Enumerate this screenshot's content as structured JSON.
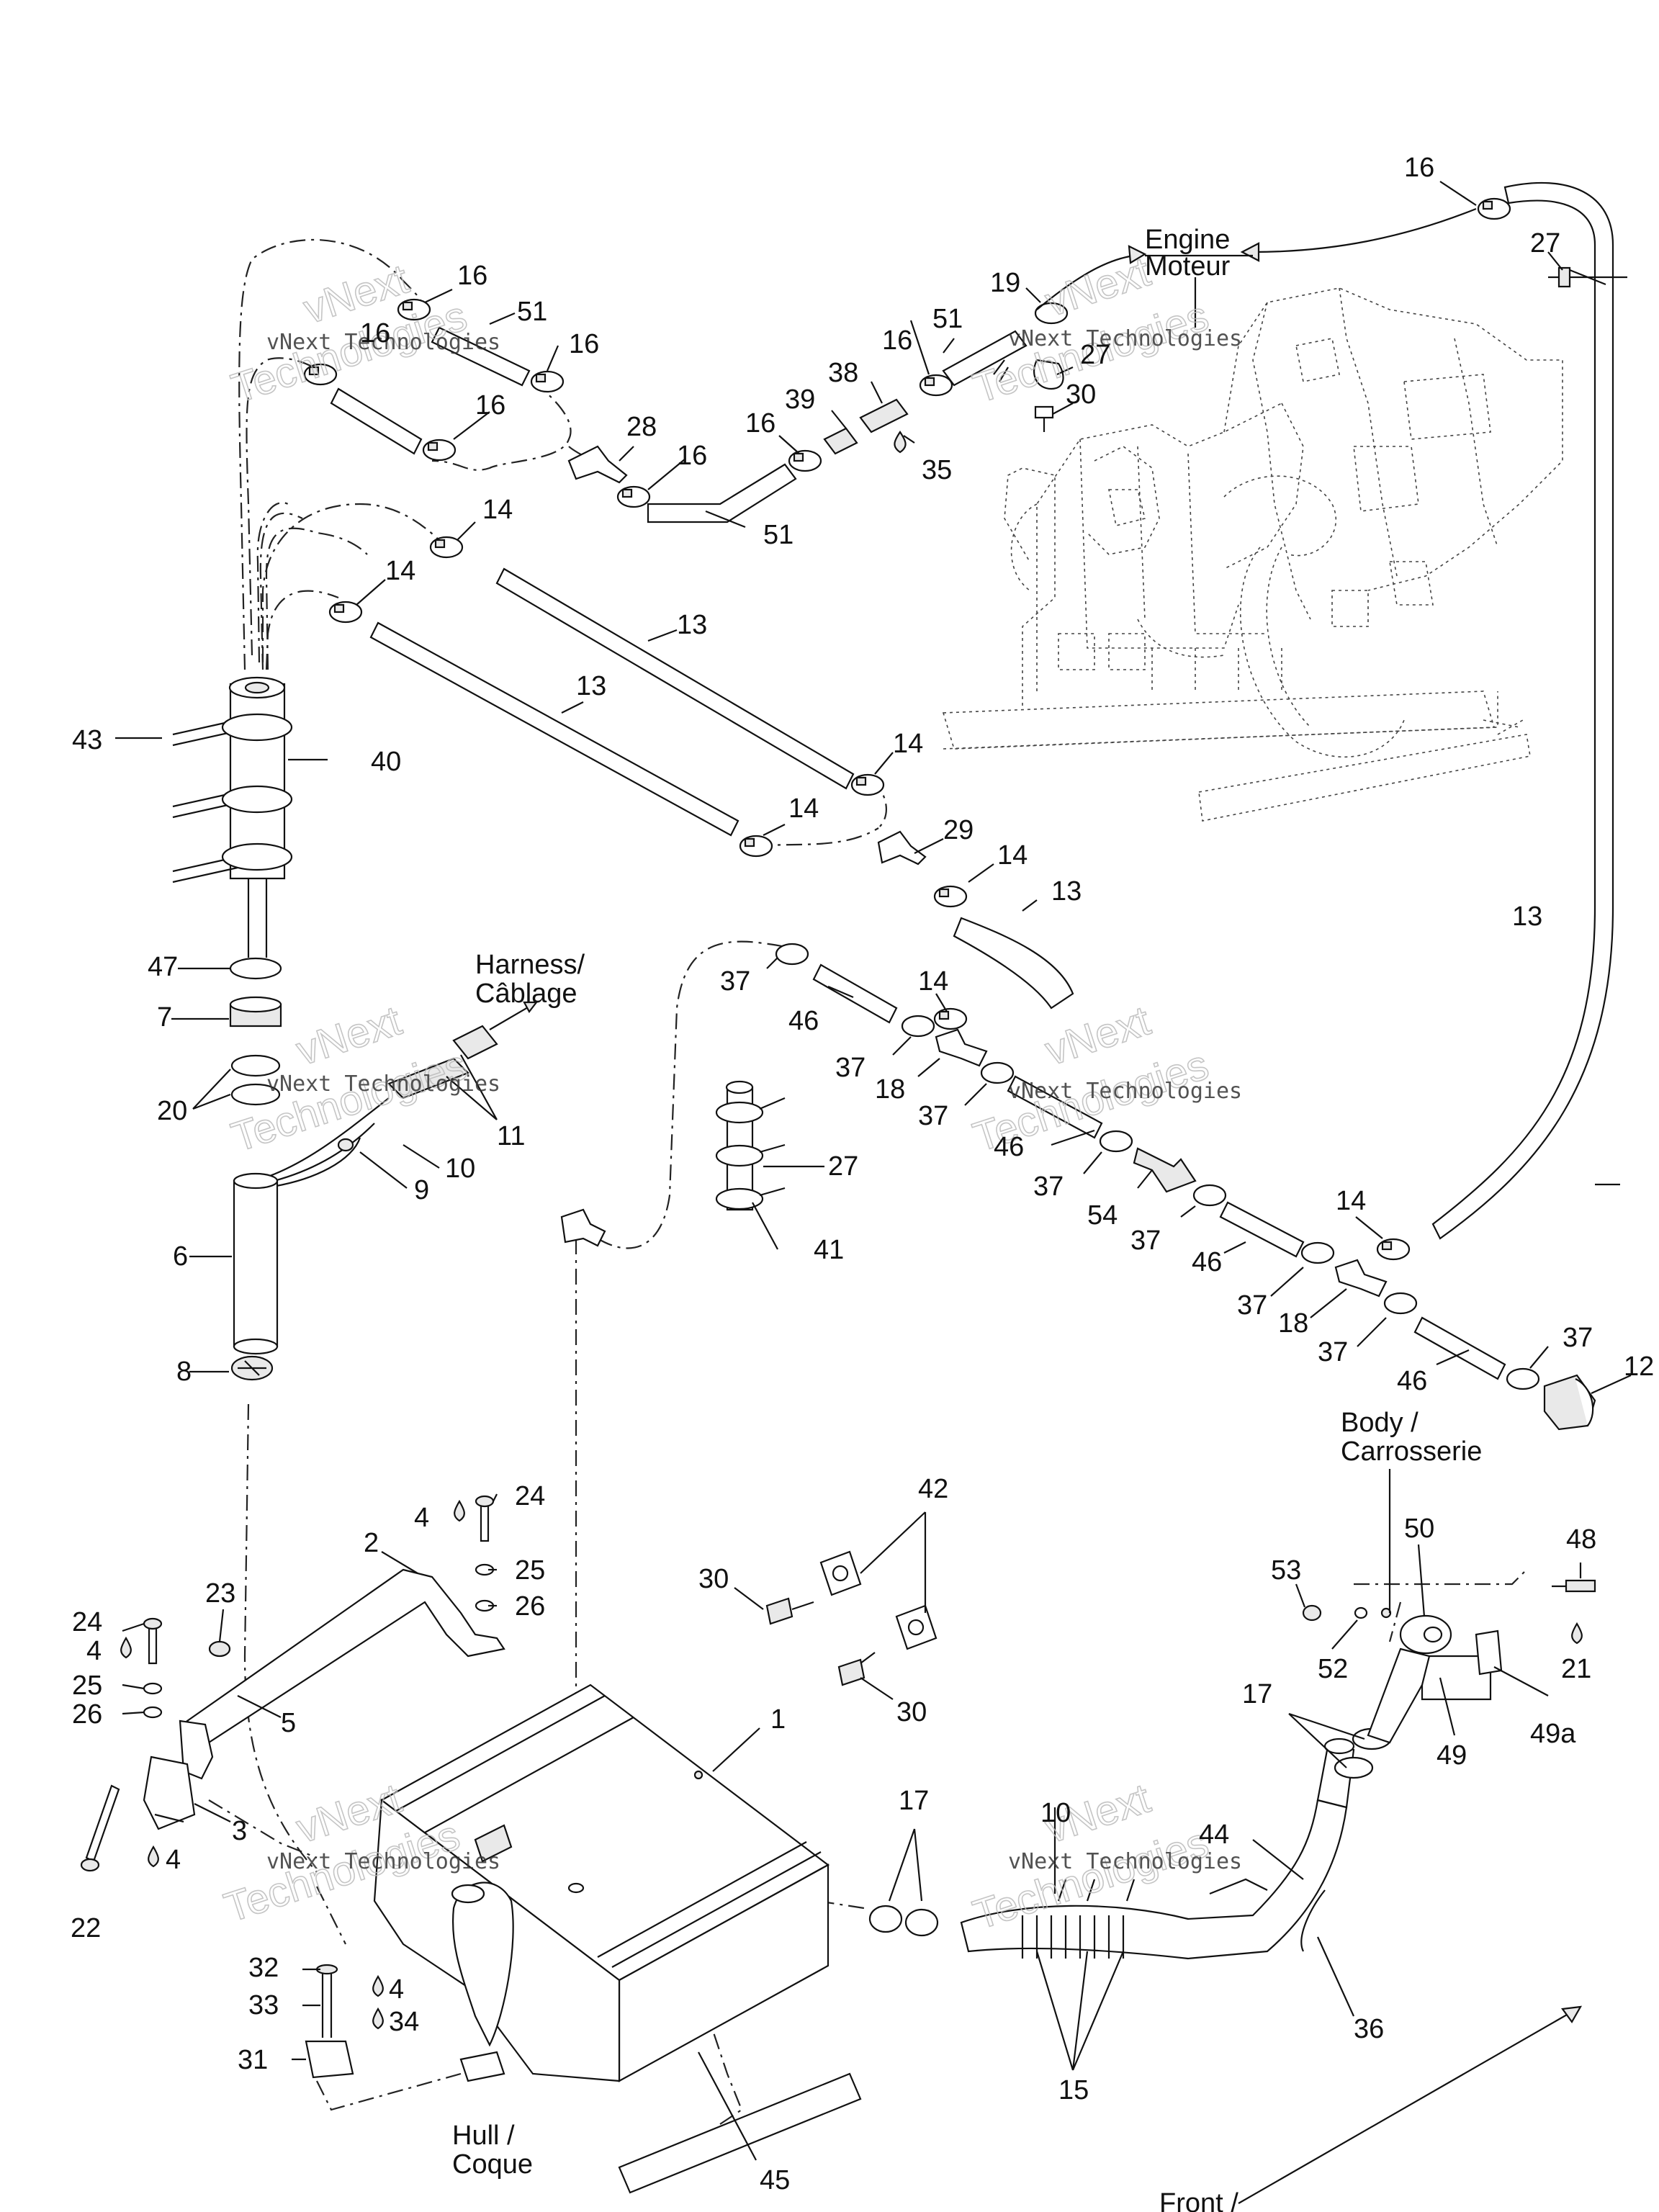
{
  "labels": {
    "engine_en": "Engine",
    "engine_fr": "Moteur",
    "harness_en": "Harness/",
    "harness_fr": "Câblage",
    "body_en": "Body /",
    "body_fr": "Carrosserie",
    "hull_en": "Hull /",
    "hull_fr": "Coque",
    "front_en": "Front /"
  },
  "watermark": {
    "brand": "vNext Technologies",
    "line1": "vNext",
    "line2": "Technologies"
  },
  "callouts": {
    "c16a": "16",
    "c16b": "16",
    "c16c": "16",
    "c16d": "16",
    "c16e": "16",
    "c16f": "16",
    "c16g": "16",
    "c16h": "16",
    "c51a": "51",
    "c51b": "51",
    "c51c": "51",
    "c28": "28",
    "c39": "39",
    "c38": "38",
    "c35": "35",
    "c19": "19",
    "c27a": "27",
    "c30a": "30",
    "c27b": "27",
    "c14a": "14",
    "c14b": "14",
    "c14c": "14",
    "c14d": "14",
    "c14e": "14",
    "c14f": "14",
    "c14g": "14",
    "c13a": "13",
    "c13b": "13",
    "c13c": "13",
    "c13d": "13",
    "c29": "29",
    "c43": "43",
    "c40": "40",
    "c47": "47",
    "c7": "7",
    "c20": "20",
    "c11": "11",
    "c10": "10",
    "c9": "9",
    "c6": "6",
    "c8": "8",
    "c37a": "37",
    "c37b": "37",
    "c37c": "37",
    "c37d": "37",
    "c37e": "37",
    "c37f": "37",
    "c37g": "37",
    "c37h": "37",
    "c46a": "46",
    "c46b": "46",
    "c46c": "46",
    "c46d": "46",
    "c18a": "18",
    "c18b": "18",
    "c54": "54",
    "c12": "12",
    "c27c": "27",
    "c41": "41",
    "c42": "42",
    "c30b": "30",
    "c30c": "30",
    "c24a": "24",
    "c4a": "4",
    "c25a": "25",
    "c26a": "26",
    "c2": "2",
    "c23": "23",
    "c24b": "24",
    "c4b": "4",
    "c25b": "25",
    "c26b": "26",
    "c5": "5",
    "c3": "3",
    "c4c": "4",
    "c22": "22",
    "c1": "1",
    "c32": "32",
    "c33": "33",
    "c4d": "4",
    "c34": "34",
    "c31": "31",
    "c45": "45",
    "c17a": "17",
    "c10b": "10",
    "c44": "44",
    "c15": "15",
    "c36": "36",
    "c17b": "17",
    "c53": "53",
    "c52": "52",
    "c50": "50",
    "c49": "49",
    "c49a": "49a",
    "c48": "48",
    "c21": "21"
  }
}
